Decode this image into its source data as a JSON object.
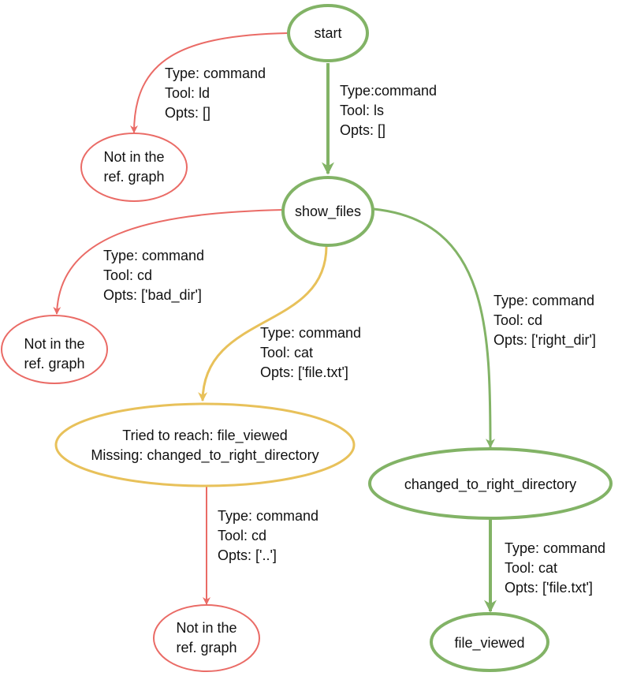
{
  "colors": {
    "green": "#82b366",
    "red": "#ea6b66",
    "yellow": "#e8c15a",
    "text": "#111111"
  },
  "nodes": {
    "start": {
      "label": "start"
    },
    "show_files": {
      "label": "show_files"
    },
    "not_in_graph_1": {
      "line1": "Not in the",
      "line2": "ref. graph"
    },
    "not_in_graph_2": {
      "line1": "Not in the",
      "line2": "ref. graph"
    },
    "tried": {
      "line1": "Tried to reach: file_viewed",
      "line2": "Missing: changed_to_right_directory"
    },
    "changed": {
      "label": "changed_to_right_directory"
    },
    "not_in_graph_3": {
      "line1": "Not in the",
      "line2": "ref. graph"
    },
    "file_viewed": {
      "label": "file_viewed"
    }
  },
  "edges": {
    "start_to_bad": {
      "type": "Type: command",
      "tool": "Tool: ld",
      "opts": "Opts: []"
    },
    "start_to_show": {
      "type": "Type:command",
      "tool": "Tool: ls",
      "opts": "Opts: []"
    },
    "show_to_bad": {
      "type": "Type: command",
      "tool": "Tool: cd",
      "opts": "Opts: ['bad_dir']"
    },
    "show_to_tried": {
      "type": "Type: command",
      "tool": "Tool: cat",
      "opts": "Opts: ['file.txt']"
    },
    "show_to_changed": {
      "type": "Type: command",
      "tool": "Tool: cd",
      "opts": "Opts: ['right_dir']"
    },
    "tried_to_bad": {
      "type": "Type: command",
      "tool": "Tool: cd",
      "opts": "Opts: ['..']"
    },
    "changed_to_viewed": {
      "type": "Type: command",
      "tool": "Tool: cat",
      "opts": "Opts: ['file.txt']"
    }
  }
}
